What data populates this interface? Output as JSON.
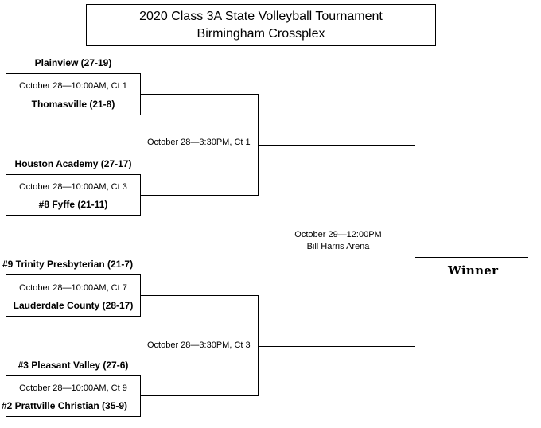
{
  "title": {
    "line1": "2020 Class 3A State Volleyball Tournament",
    "line2": "Birmingham Crossplex"
  },
  "teams": {
    "t1": "Plainview (27-19)",
    "t2": "Thomasville (21-8)",
    "t3": "Houston Academy (27-17)",
    "t4": "#8 Fyffe (21-11)",
    "t5": "#9 Trinity Presbyterian (21-7)",
    "t6": "Lauderdale County (28-17)",
    "t7": "#3 Pleasant Valley (27-6)",
    "t8": "#2 Prattville Christian (35-9)"
  },
  "games": {
    "g1": "October 28—10:00AM, Ct 1",
    "g2": "October 28—10:00AM, Ct 3",
    "g3": "October 28—10:00AM, Ct 7",
    "g4": "October 28—10:00AM, Ct 9",
    "semi1": "October 28—3:30PM, Ct 1",
    "semi2": "October 28—3:30PM, Ct 3",
    "final_time": "October 29—12:00PM",
    "final_venue": "Bill Harris Arena"
  },
  "winner_label": "Winner"
}
